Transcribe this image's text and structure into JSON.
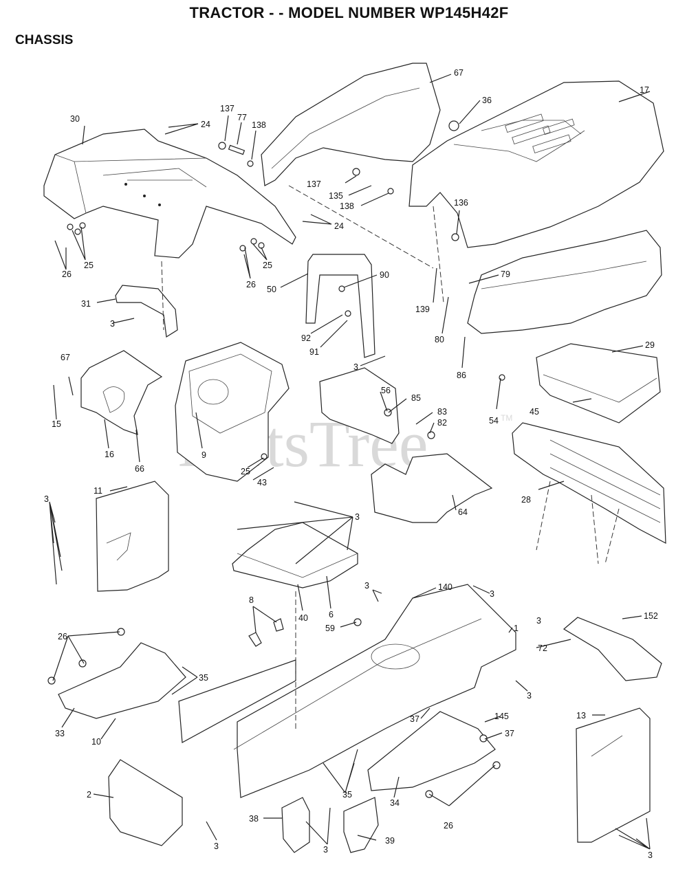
{
  "title": "TRACTOR - - MODEL NUMBER WP145H42F",
  "section": "CHASSIS",
  "watermark": "PartsTree",
  "watermark_tm": "TM",
  "callouts": [
    "30",
    "24",
    "137",
    "77",
    "138",
    "67",
    "36",
    "17",
    "137",
    "135",
    "138",
    "136",
    "24",
    "25",
    "26",
    "26",
    "25",
    "90",
    "50",
    "139",
    "79",
    "31",
    "3",
    "92",
    "91",
    "80",
    "86",
    "3",
    "67",
    "15",
    "16",
    "66",
    "9",
    "25",
    "43",
    "56",
    "85",
    "83",
    "82",
    "54",
    "29",
    "45",
    "28",
    "64",
    "11",
    "3",
    "3",
    "8",
    "40",
    "6",
    "59",
    "140",
    "3",
    "3",
    "1",
    "152",
    "72",
    "26",
    "35",
    "33",
    "10",
    "37",
    "145",
    "37",
    "3",
    "3",
    "13",
    "35",
    "34",
    "26",
    "2",
    "3",
    "38",
    "3",
    "39",
    "3"
  ]
}
